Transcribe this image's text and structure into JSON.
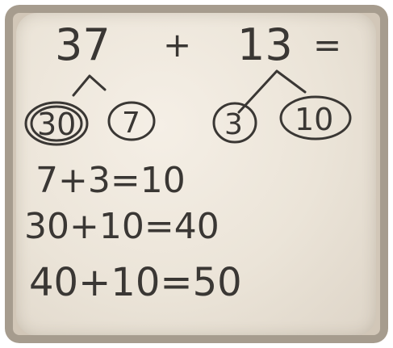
{
  "image": {
    "description_colors": {
      "board": "#ebe4d8",
      "ink": "#3a3734",
      "frame": "#d2c7b8"
    },
    "problem": {
      "first_number": "37",
      "plus": "+",
      "second_number": "13",
      "equals": "="
    },
    "decomposition_left": {
      "tens": "30",
      "ones": "7"
    },
    "decomposition_right": {
      "ones": "3",
      "tens": "10"
    },
    "steps": [
      "7+3=10",
      "30+10=40",
      "40+10=50"
    ]
  }
}
